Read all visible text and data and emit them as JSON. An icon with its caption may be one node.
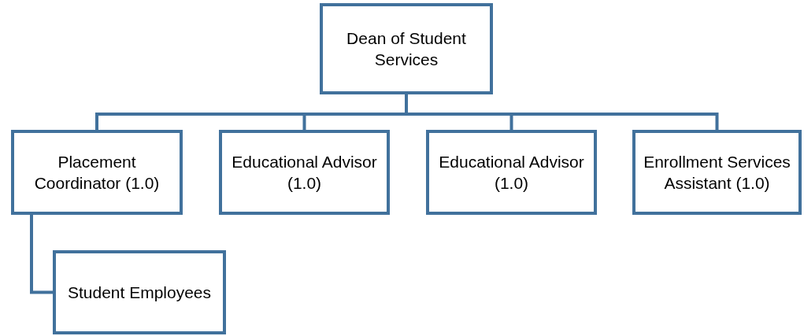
{
  "diagram": {
    "nodes": [
      {
        "text": [
          "Dean of Student Services"
        ]
      },
      {
        "text": [
          "Placement Coordinator (1.0)"
        ]
      },
      {
        "text": [
          "Educational Advisor (1.0)"
        ]
      },
      {
        "text": [
          "Educational Advisor (1.0)"
        ]
      },
      {
        "text": [
          "Enrollment Services Assistant (1.0)"
        ]
      },
      {
        "text": [
          "Student Employees"
        ]
      }
    ],
    "edges": [
      {
        "from": 0,
        "to": 1,
        "arrow": "none"
      },
      {
        "from": 0,
        "to": 2,
        "arrow": "none"
      },
      {
        "from": 0,
        "to": 3,
        "arrow": "none"
      },
      {
        "from": 0,
        "to": 4,
        "arrow": "none"
      },
      {
        "from": 1,
        "to": 5,
        "arrow": "none"
      }
    ]
  }
}
